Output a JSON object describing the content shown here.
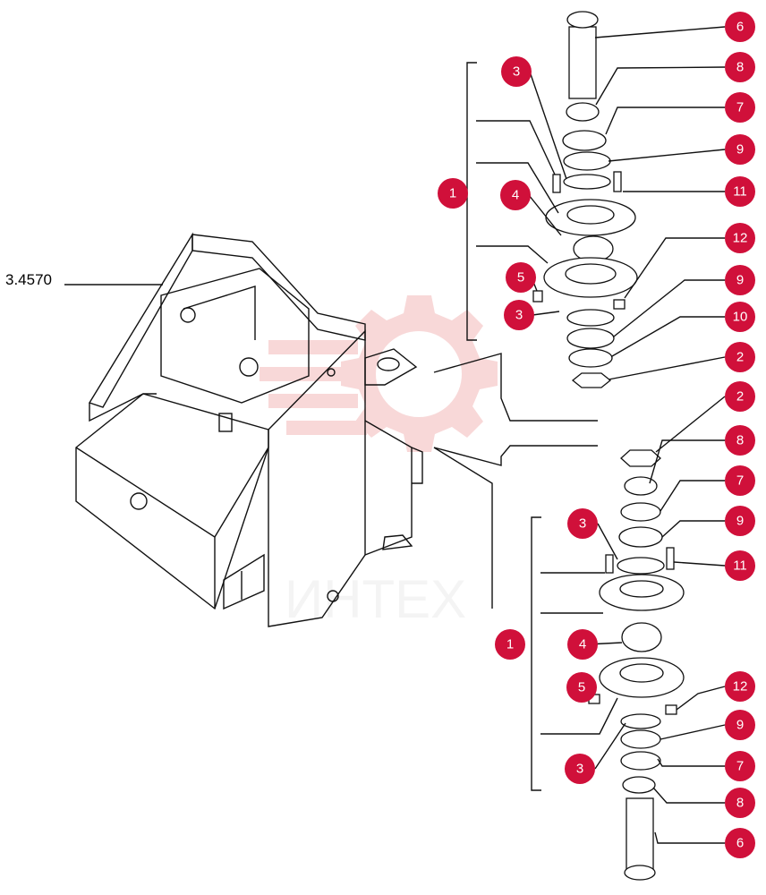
{
  "diagram": {
    "reference_label": "3.4570",
    "watermark_text": "ИНТЕХ",
    "callout_color": "#d0103a",
    "watermark_color": "#e05050",
    "upper_assembly_callouts": [
      "6",
      "8",
      "7",
      "9",
      "11",
      "12",
      "9",
      "10",
      "2",
      "3",
      "4",
      "1",
      "5",
      "3"
    ],
    "lower_assembly_callouts": [
      "2",
      "8",
      "7",
      "9",
      "11",
      "12",
      "9",
      "7",
      "8",
      "6",
      "3",
      "1",
      "4",
      "5",
      "3"
    ]
  }
}
